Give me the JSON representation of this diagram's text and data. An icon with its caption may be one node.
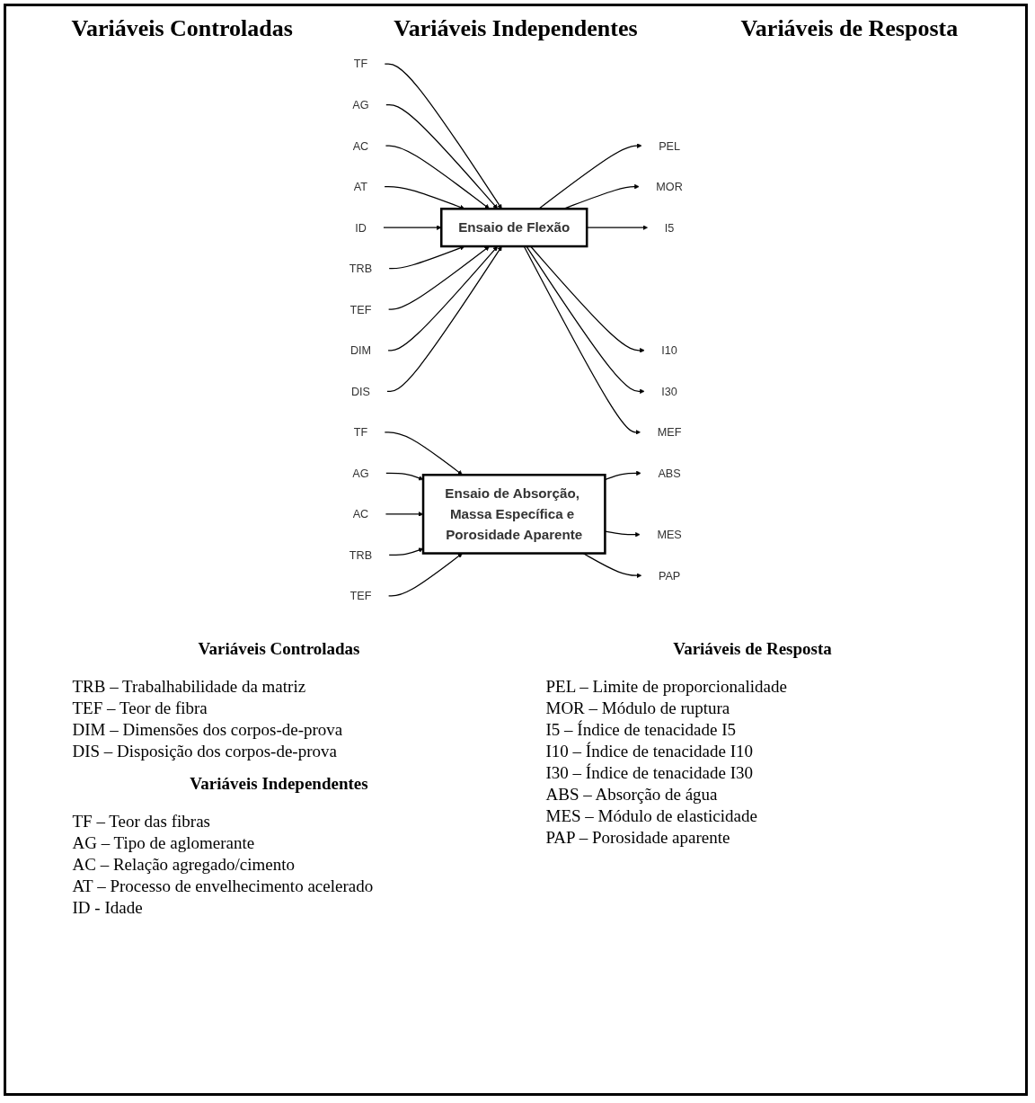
{
  "diagram": {
    "nodes": [
      {
        "text": [
          "TF"
        ]
      },
      {
        "text": [
          "AG"
        ]
      },
      {
        "text": [
          "AC"
        ]
      },
      {
        "text": [
          "AT"
        ]
      },
      {
        "text": [
          "ID"
        ]
      },
      {
        "text": [
          "TRB"
        ]
      },
      {
        "text": [
          "TEF"
        ]
      },
      {
        "text": [
          "DIM"
        ]
      },
      {
        "text": [
          "DIS"
        ]
      },
      {
        "text": [
          "Ensaio de Flexão"
        ]
      },
      {
        "text": [
          "PEL"
        ]
      },
      {
        "text": [
          "MOR"
        ]
      },
      {
        "text": [
          "I5"
        ]
      },
      {
        "text": [
          "I10"
        ]
      },
      {
        "text": [
          "I30"
        ]
      },
      {
        "text": [
          "MEF"
        ]
      },
      {
        "text": [
          "TF"
        ]
      },
      {
        "text": [
          "AG"
        ]
      },
      {
        "text": [
          "AC"
        ]
      },
      {
        "text": [
          "TRB"
        ]
      },
      {
        "text": [
          "TEF"
        ]
      },
      {
        "text": [
          "Ensaio de Absorção, Massa Específica e Porosidade Aparente"
        ]
      },
      {
        "text": [
          "ABS"
        ]
      },
      {
        "text": [
          "MES"
        ]
      },
      {
        "text": [
          "PAP"
        ]
      }
    ],
    "edges": [
      {
        "from": 0,
        "to": 9,
        "arrow": "to"
      },
      {
        "from": 1,
        "to": 9,
        "arrow": "to"
      },
      {
        "from": 2,
        "to": 9,
        "arrow": "to"
      },
      {
        "from": 3,
        "to": 9,
        "arrow": "to"
      },
      {
        "from": 4,
        "to": 9,
        "arrow": "to"
      },
      {
        "from": 5,
        "to": 9,
        "arrow": "to"
      },
      {
        "from": 6,
        "to": 9,
        "arrow": "to"
      },
      {
        "from": 7,
        "to": 9,
        "arrow": "to"
      },
      {
        "from": 8,
        "to": 9,
        "arrow": "to"
      },
      {
        "from": 9,
        "to": 10,
        "arrow": "to"
      },
      {
        "from": 9,
        "to": 11,
        "arrow": "to"
      },
      {
        "from": 9,
        "to": 12,
        "arrow": "to"
      },
      {
        "from": 9,
        "to": 13,
        "arrow": "to"
      },
      {
        "from": 9,
        "to": 14,
        "arrow": "to"
      },
      {
        "from": 9,
        "to": 15,
        "arrow": "to"
      },
      {
        "from": 16,
        "to": 21,
        "arrow": "to"
      },
      {
        "from": 17,
        "to": 21,
        "arrow": "to"
      },
      {
        "from": 18,
        "to": 21,
        "arrow": "to"
      },
      {
        "from": 19,
        "to": 21,
        "arrow": "to"
      },
      {
        "from": 20,
        "to": 21,
        "arrow": "to"
      },
      {
        "from": 21,
        "to": 22,
        "arrow": "to"
      },
      {
        "from": 21,
        "to": 23,
        "arrow": "to"
      },
      {
        "from": 21,
        "to": 24,
        "arrow": "to"
      }
    ],
    "labels": [
      "Variáveis Controladas",
      "Variáveis Independentes",
      "Variáveis de Resposta",
      "Variáveis Controladas",
      "TRB – Trabalhabilidade da matriz",
      "TEF – Teor de fibra",
      "DIM – Dimensões dos corpos-de-prova",
      "DIS – Disposição dos corpos-de-prova",
      "Variáveis Independentes",
      "TF – Teor das fibras",
      "AG – Tipo de aglomerante",
      "AC – Relação agregado/cimento",
      "AT – Processo de envelhecimento acelerado",
      "ID - Idade",
      "Variáveis de Resposta",
      "PEL – Limite de proporcionalidade",
      "MOR – Módulo de ruptura",
      "I5 – Índice de tenacidade I5",
      "I10 – Índice de tenacidade I10",
      "I30 – Índice de tenacidade I30",
      "ABS – Absorção de água",
      "MES – Módulo de elasticidade",
      "PAP – Porosidade aparente"
    ]
  }
}
